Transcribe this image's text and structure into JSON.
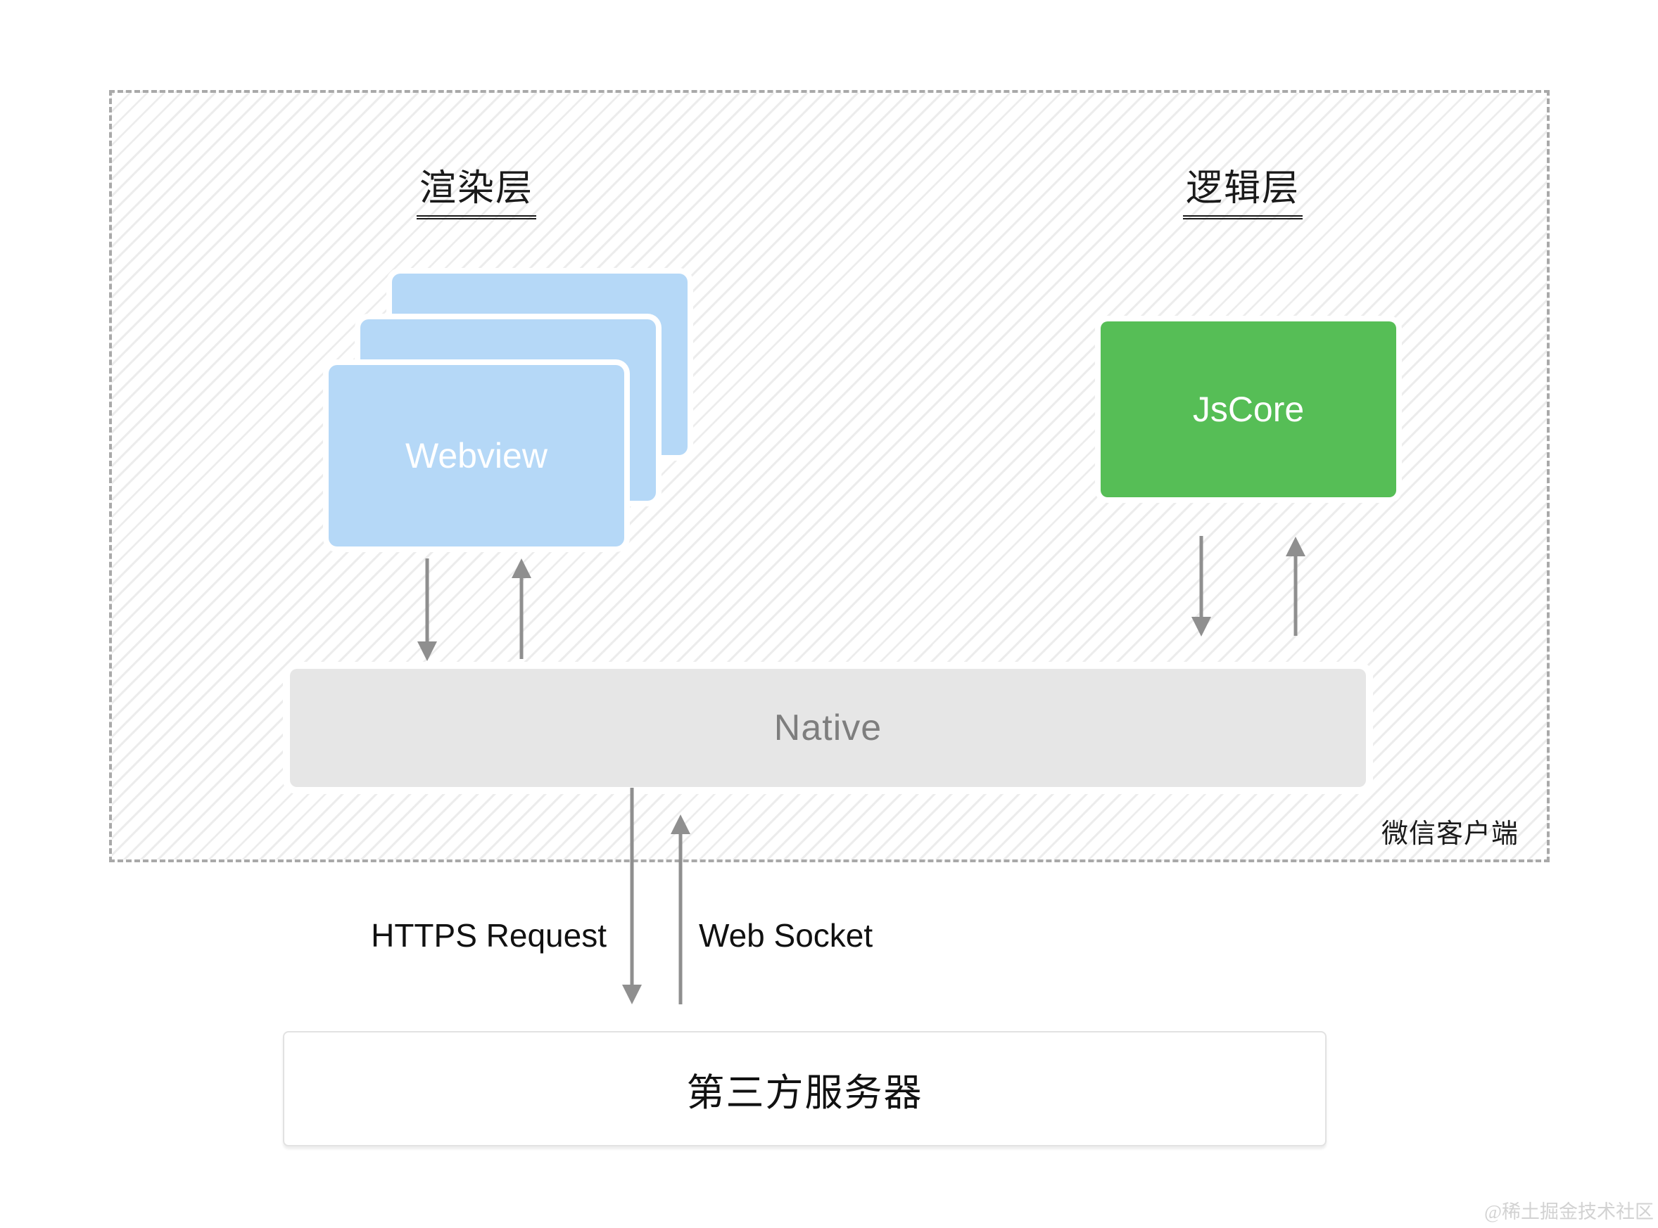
{
  "client": {
    "label": "微信客户端",
    "render": {
      "title": "渲染层",
      "webview": "Webview"
    },
    "logic": {
      "title": "逻辑层",
      "jscore": "JsCore"
    },
    "native": "Native"
  },
  "network": {
    "https": "HTTPS Request",
    "websocket": "Web Socket"
  },
  "server": "第三方服务器",
  "watermark": "@稀土掘金技术社区",
  "colors": {
    "webview_blue": "#b5d8f7",
    "jscore_green": "#56be56",
    "native_gray": "#e6e6e6",
    "arrow_gray": "#8f8f8f",
    "dashed_border_gray": "#a9a9a9"
  }
}
